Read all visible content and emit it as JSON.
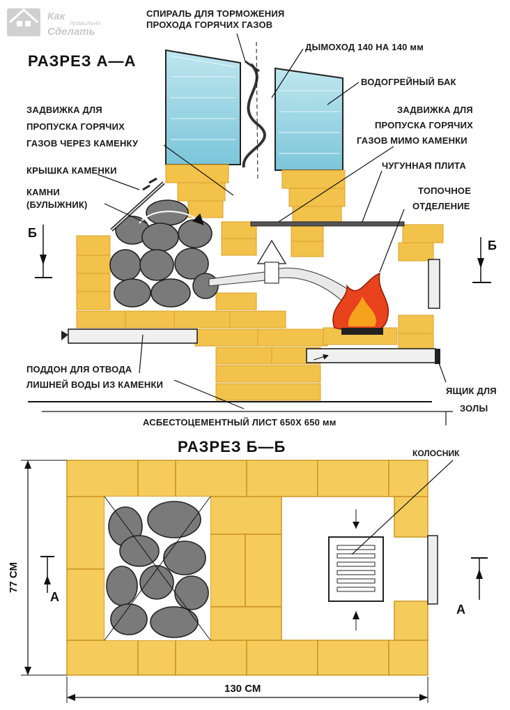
{
  "watermark": {
    "line1": "Как",
    "line2": "Сделать",
    "small": "правильно"
  },
  "section_a": {
    "title": "РАЗРЕЗ А—А",
    "labels": {
      "spiral_1": "СПИРАЛЬ ДЛЯ ТОРМОЖЕНИЯ",
      "spiral_2": "ПРОХОДА ГОРЯЧИХ ГАЗОВ",
      "chimney": "ДЫМОХОД 140 НА 140 мм",
      "tank": "ВОДОГРЕЙНЫЙ БАК",
      "damper_left_1": "ЗАДВИЖКА ДЛЯ",
      "damper_left_2": "ПРОПУСКА ГОРЯЧИХ",
      "damper_left_3": "ГАЗОВ ЧЕРЕЗ КАМЕНКУ",
      "damper_right_1": "ЗАДВИЖКА ДЛЯ",
      "damper_right_2": "ПРОПУСКА ГОРЯЧИХ",
      "damper_right_3": "ГАЗОВ МИМО КАМЕНКИ",
      "lid": "КРЫШКА КАМЕНКИ",
      "stones_1": "КАМНИ",
      "stones_2": "(БУЛЫЖНИК)",
      "plate": "ЧУГУННАЯ ПЛИТА",
      "firebox_1": "ТОПОЧНОЕ",
      "firebox_2": "ОТДЕЛЕНИЕ",
      "tray_1": "ПОДДОН ДЛЯ ОТВОДА",
      "tray_2": "ЛИШНЕЙ ВОДЫ ИЗ КАМЕНКИ",
      "ash_1": "ЯЩИК ДЛЯ",
      "ash_2": "ЗОЛЫ",
      "sheet": "АСБЕСТОЦЕМЕНТНЫЙ ЛИСТ 650Х 650 мм",
      "mark_b_left": "Б",
      "mark_b_right": "Б"
    }
  },
  "section_b": {
    "title": "РАЗРЕЗ Б—Б",
    "labels": {
      "grate": "КОЛОСНИК",
      "height": "77 СМ",
      "width": "130 СМ",
      "mark_a_left": "А",
      "mark_a_right": "А"
    }
  },
  "colors": {
    "brick": "#f2c24a",
    "water": "#8fd0e0",
    "stone": "#7a7a7a",
    "fire": "#e8431c"
  }
}
